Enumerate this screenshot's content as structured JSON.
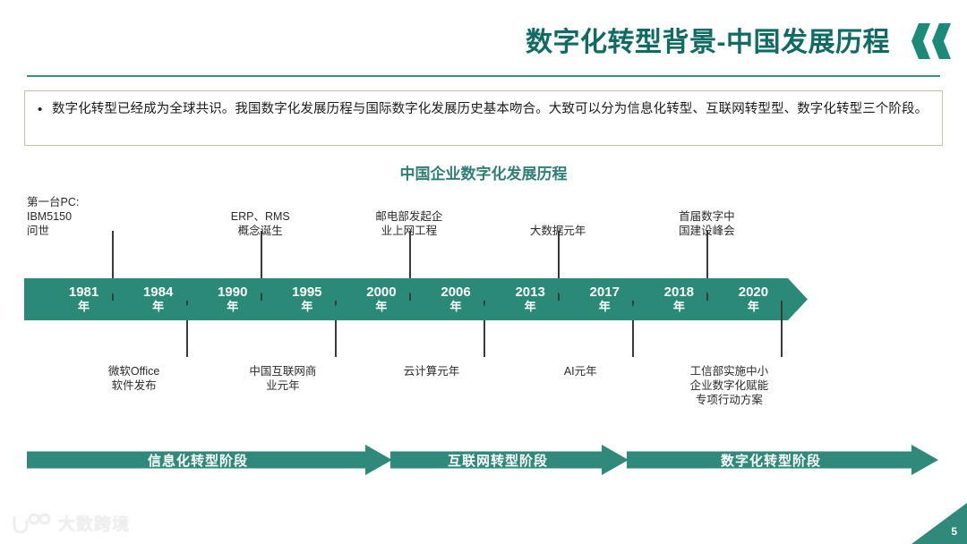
{
  "header": {
    "title": "数字化转型背景-中国发展历程",
    "chevron_count": 2,
    "accent_color": "#0f6b63"
  },
  "bullet": {
    "marker": "•",
    "text": "数字化转型已经成为全球共识。我国数字化发展历程与国际数字化发展历史基本吻合。大致可以分为信息化转型、互联网转型型、数字化转型三个阶段。"
  },
  "chart_title": "中国企业数字化发展历程",
  "chart_data": {
    "type": "timeline",
    "title": "中国企业数字化发展历程",
    "year_suffix": "年",
    "milestones": [
      {
        "year": "1981",
        "above": "第一台PC:\nIBM5150\n问世",
        "below": ""
      },
      {
        "year": "1984",
        "above": "",
        "below": "微软Office\n软件发布"
      },
      {
        "year": "1990",
        "above": "ERP、RMS\n概念诞生",
        "below": ""
      },
      {
        "year": "1995",
        "above": "",
        "below": "中国互联网商\n业元年"
      },
      {
        "year": "2000",
        "above": "邮电部发起企\n业上网工程",
        "below": ""
      },
      {
        "year": "2006",
        "above": "",
        "below": "云计算元年"
      },
      {
        "year": "2013",
        "above": "大数据元年",
        "below": ""
      },
      {
        "year": "2017",
        "above": "",
        "below": "AI元年"
      },
      {
        "year": "2018",
        "above": "首届数字中\n国建设峰会",
        "below": ""
      },
      {
        "year": "2020",
        "above": "",
        "below": "工信部实施中小\n企业数字化赋能\n专项行动方案"
      }
    ],
    "phases": [
      {
        "label": "信息化转型阶段"
      },
      {
        "label": "互联网转型阶段"
      },
      {
        "label": "数字化转型阶段"
      }
    ],
    "colors": {
      "chevron": "#2a8a77",
      "phase": "#2f8a7b",
      "connector": "#3a3a3a",
      "label": "#2a2a2a"
    }
  },
  "footer": {
    "watermark_text": "大数跨境",
    "page_number": "5"
  }
}
